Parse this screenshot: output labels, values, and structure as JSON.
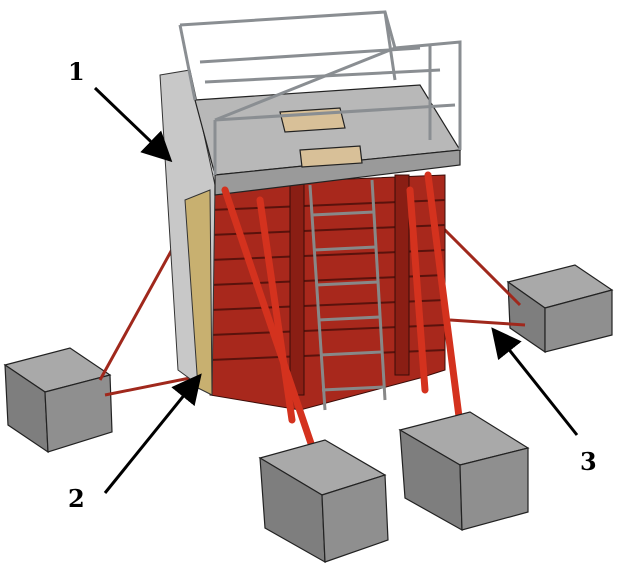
{
  "figure": {
    "callouts": [
      {
        "id": "1",
        "text": "1"
      },
      {
        "id": "2",
        "text": "2"
      },
      {
        "id": "3",
        "text": "3"
      }
    ]
  },
  "colors": {
    "formwork": "#a8281c",
    "brace": "#d4321e",
    "block": "#8c8c8c",
    "platform": "#b8b8b8",
    "railing": "#9a9ea2",
    "timber": "#c8b070"
  }
}
